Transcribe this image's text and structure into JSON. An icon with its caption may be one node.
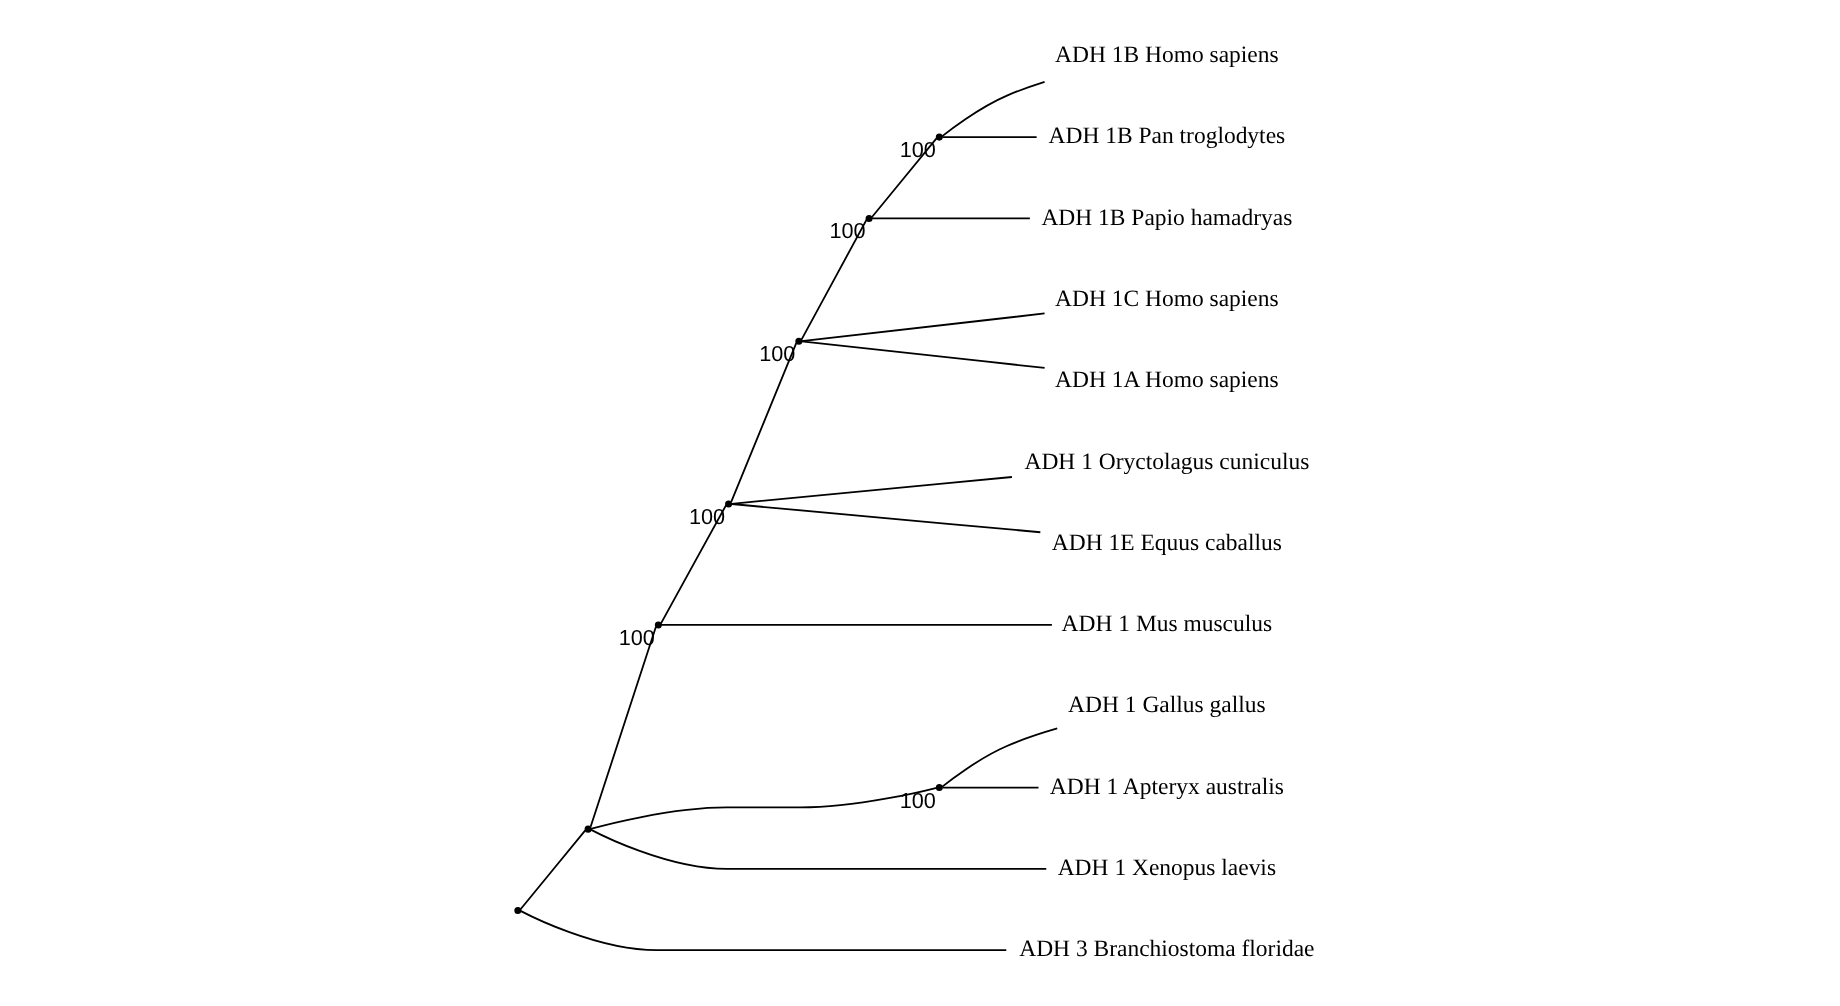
{
  "diagram": {
    "nodes": [
      {
        "text": [],
        "shape": "point"
      },
      {
        "text": [],
        "shape": "point"
      },
      {
        "text": [],
        "shape": "point",
        "beside": [
          "100"
        ]
      },
      {
        "text": [],
        "shape": "point",
        "beside": [
          "100"
        ]
      },
      {
        "text": [],
        "shape": "point",
        "beside": [
          "100"
        ]
      },
      {
        "text": [],
        "shape": "point",
        "beside": [
          "100"
        ]
      },
      {
        "text": [],
        "shape": "point",
        "beside": [
          "100"
        ]
      },
      {
        "text": [],
        "shape": "point",
        "beside": [
          "100"
        ]
      },
      {
        "text": [
          "ADH 1B Homo sapiens"
        ]
      },
      {
        "text": [
          "ADH 1B Pan troglodytes"
        ]
      },
      {
        "text": [
          "ADH 1B Papio hamadryas"
        ]
      },
      {
        "text": [
          "ADH 1C Homo sapiens"
        ]
      },
      {
        "text": [
          "ADH 1A Homo sapiens"
        ]
      },
      {
        "text": [
          "ADH 1 Oryctolagus cuniculus"
        ]
      },
      {
        "text": [
          "ADH 1E Equus caballus"
        ]
      },
      {
        "text": [
          "ADH 1 Mus musculus"
        ]
      },
      {
        "text": [
          "ADH 1 Gallus gallus"
        ]
      },
      {
        "text": [
          "ADH 1 Apteryx australis"
        ]
      },
      {
        "text": [
          "ADH 1 Xenopus laevis"
        ]
      },
      {
        "text": [
          "ADH 3 Branchiostoma floridae"
        ]
      }
    ],
    "edges": [
      {
        "from": 0,
        "to": 1,
        "arrow": "none"
      },
      {
        "from": 0,
        "to": 19,
        "arrow": "none"
      },
      {
        "from": 1,
        "to": 2,
        "arrow": "none"
      },
      {
        "from": 1,
        "to": 7,
        "arrow": "none"
      },
      {
        "from": 1,
        "to": 18,
        "arrow": "none"
      },
      {
        "from": 2,
        "to": 3,
        "arrow": "none"
      },
      {
        "from": 2,
        "to": 15,
        "arrow": "none"
      },
      {
        "from": 3,
        "to": 4,
        "arrow": "none"
      },
      {
        "from": 3,
        "to": 13,
        "arrow": "none"
      },
      {
        "from": 3,
        "to": 14,
        "arrow": "none"
      },
      {
        "from": 4,
        "to": 5,
        "arrow": "none"
      },
      {
        "from": 4,
        "to": 11,
        "arrow": "none"
      },
      {
        "from": 4,
        "to": 12,
        "arrow": "none"
      },
      {
        "from": 5,
        "to": 6,
        "arrow": "none"
      },
      {
        "from": 5,
        "to": 10,
        "arrow": "none"
      },
      {
        "from": 6,
        "to": 8,
        "arrow": "none"
      },
      {
        "from": 6,
        "to": 9,
        "arrow": "none"
      },
      {
        "from": 7,
        "to": 16,
        "arrow": "none"
      },
      {
        "from": 7,
        "to": 17,
        "arrow": "none"
      }
    ]
  }
}
